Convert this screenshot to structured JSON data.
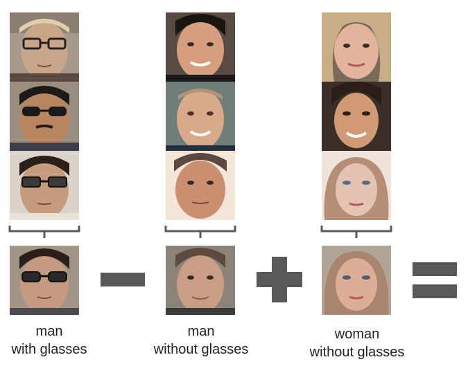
{
  "columns": [
    {
      "id": "man-with-glasses",
      "label_line1": "man",
      "label_line2": "with glasses",
      "skin_colors": [
        "#c9a58a",
        "#b8865e",
        "#c79b7d"
      ],
      "result_skin": "#c49a80"
    },
    {
      "id": "man-without-glasses",
      "label_line1": "man",
      "label_line2": "without glasses",
      "skin_colors": [
        "#d59e7e",
        "#d9a98c",
        "#c98f70"
      ],
      "result_skin": "#c89e85"
    },
    {
      "id": "woman-without-glasses",
      "label_line1": "woman",
      "label_line2": "without glasses",
      "skin_colors": [
        "#e1b49b",
        "#d09a74",
        "#e5c3b3"
      ],
      "result_skin": "#dcae97"
    }
  ],
  "operators": {
    "first": "minus",
    "second": "plus",
    "third": "equals",
    "color": "#595959"
  },
  "bracket_color": "#595959"
}
